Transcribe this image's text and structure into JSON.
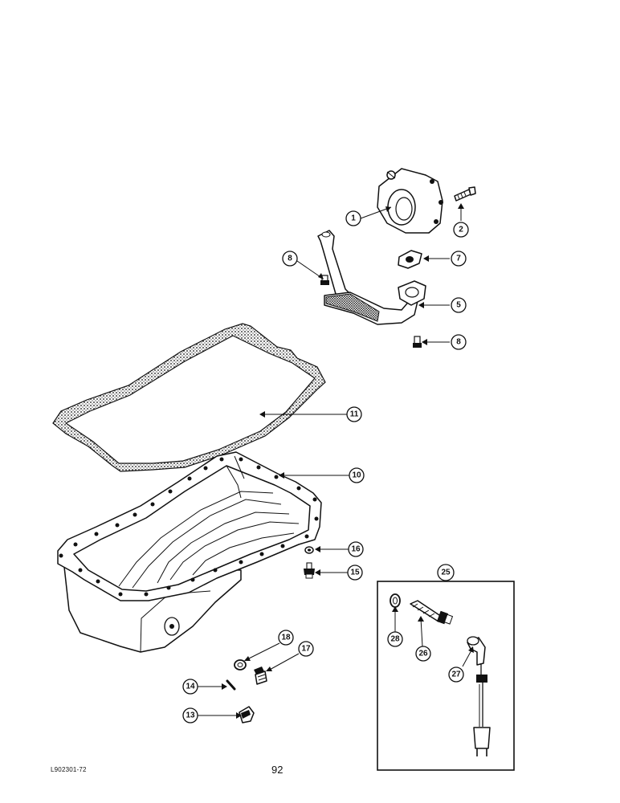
{
  "figure": {
    "footer_code": "L902301-72",
    "page_number": "92",
    "kit_label": "25"
  },
  "callouts": [
    {
      "id": "1",
      "part": "oil-pump"
    },
    {
      "id": "2",
      "part": "pump-bolt"
    },
    {
      "id": "7",
      "part": "pickup-gasket"
    },
    {
      "id": "8",
      "part": "bracket-bolt-upper"
    },
    {
      "id": "5",
      "part": "oil-pickup-tube"
    },
    {
      "id": "8",
      "part": "tube-bolt-lower"
    },
    {
      "id": "11",
      "part": "oil-pan-gasket"
    },
    {
      "id": "10",
      "part": "oil-pan"
    },
    {
      "id": "16",
      "part": "washer"
    },
    {
      "id": "15",
      "part": "fitting"
    },
    {
      "id": "18",
      "part": "drain-plug-washer"
    },
    {
      "id": "17",
      "part": "drain-plug"
    },
    {
      "id": "14",
      "part": "pin"
    },
    {
      "id": "13",
      "part": "sensor"
    },
    {
      "id": "28",
      "part": "heater-washer"
    },
    {
      "id": "26",
      "part": "heater-element"
    },
    {
      "id": "27",
      "part": "heater-cord"
    }
  ]
}
